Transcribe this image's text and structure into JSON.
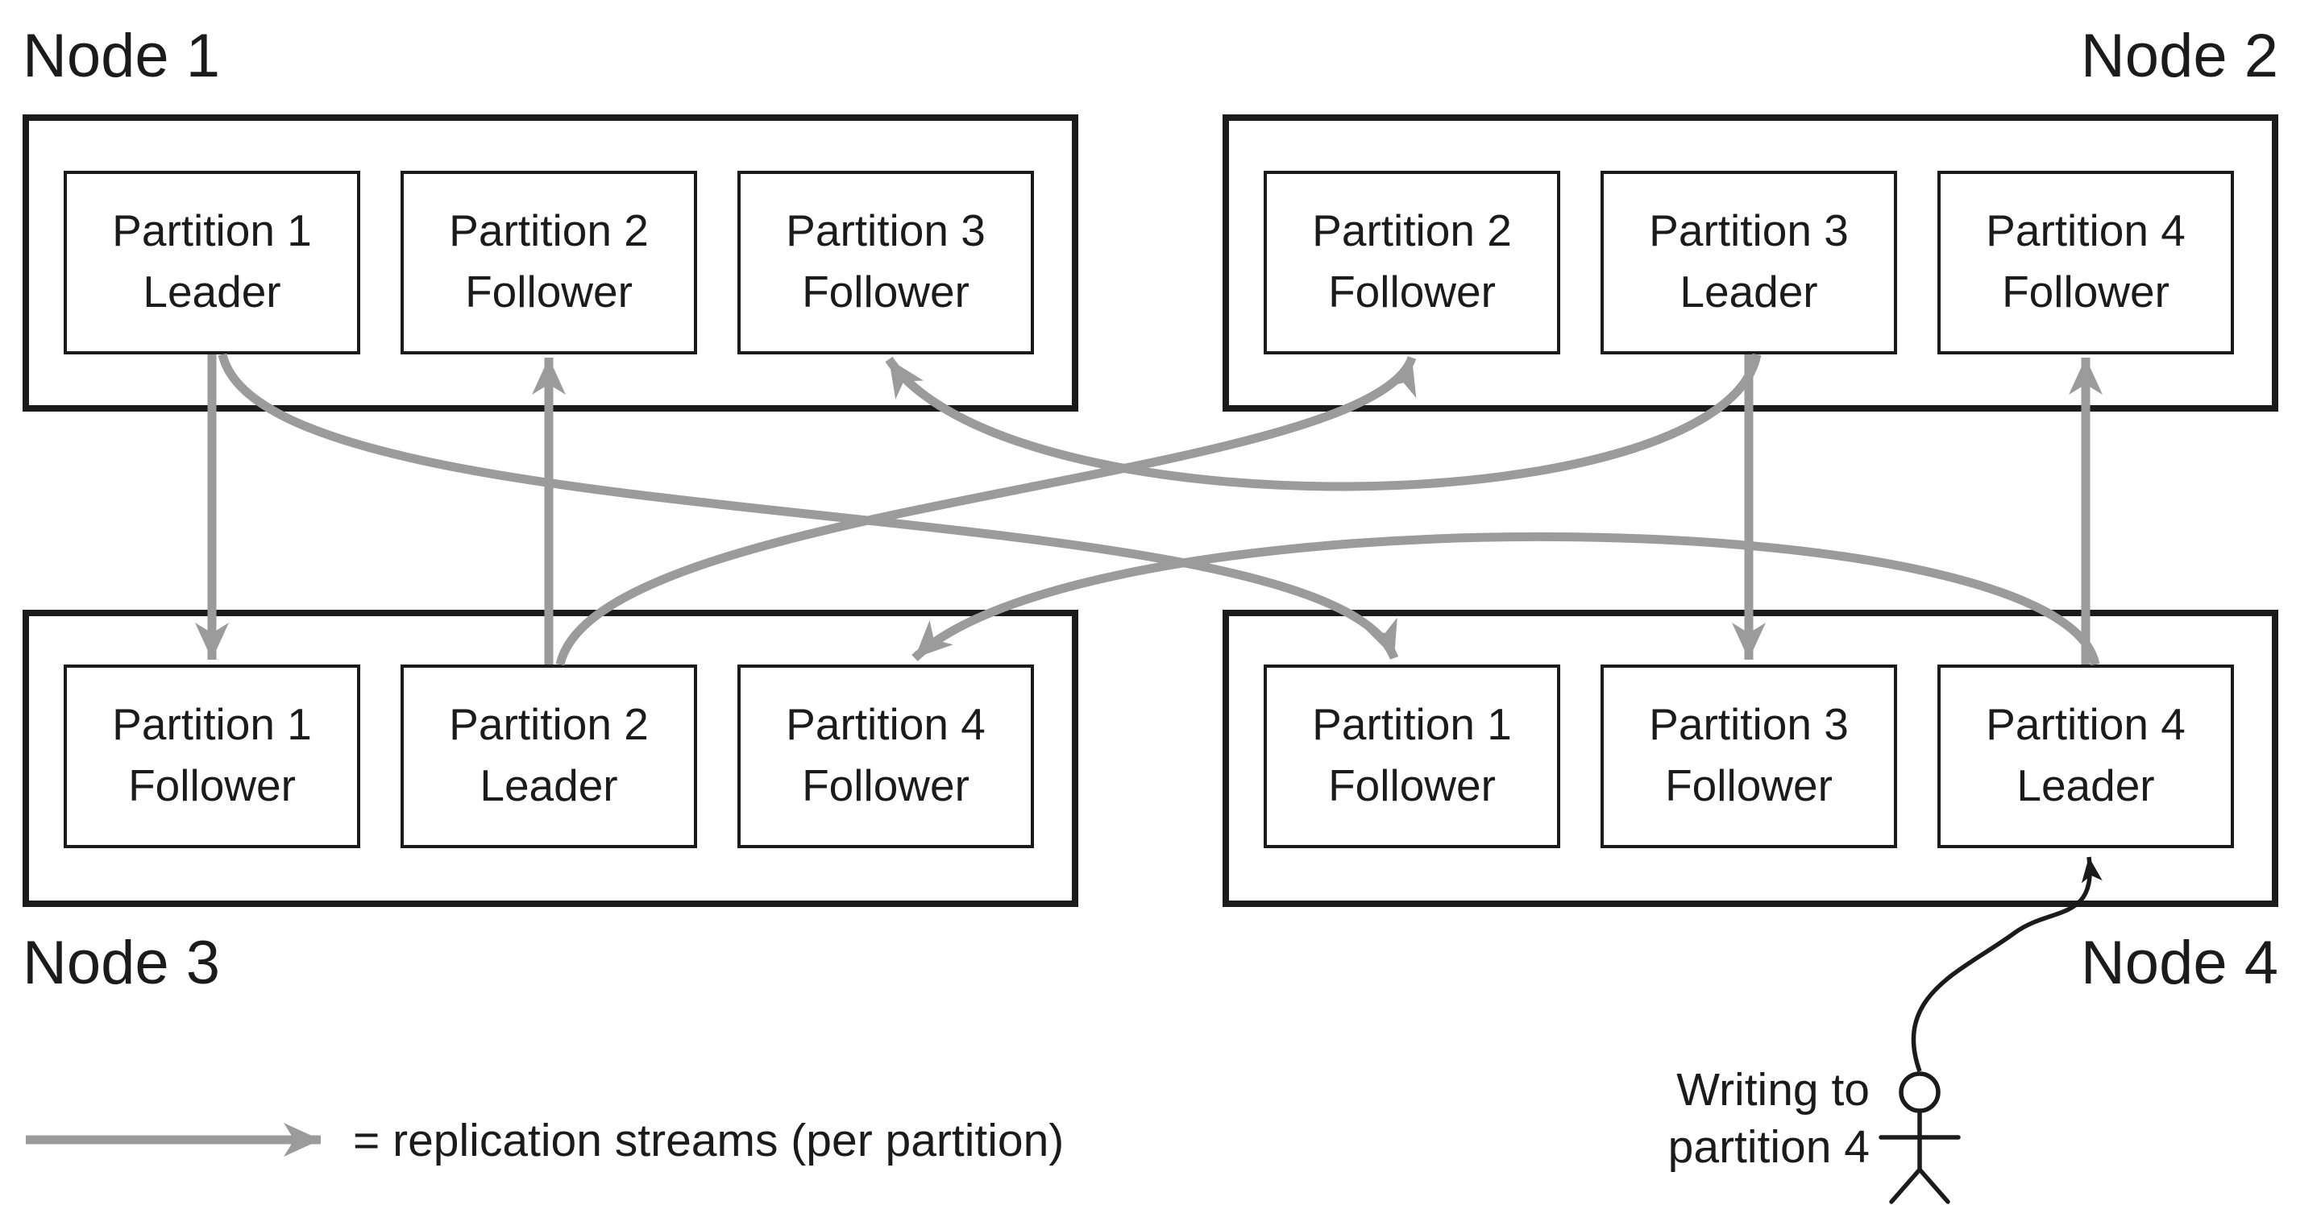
{
  "nodes": [
    {
      "label": "Node 1",
      "partitions": [
        {
          "name": "Partition 1",
          "role": "Leader"
        },
        {
          "name": "Partition 2",
          "role": "Follower"
        },
        {
          "name": "Partition 3",
          "role": "Follower"
        }
      ]
    },
    {
      "label": "Node 2",
      "partitions": [
        {
          "name": "Partition 2",
          "role": "Follower"
        },
        {
          "name": "Partition 3",
          "role": "Leader"
        },
        {
          "name": "Partition 4",
          "role": "Follower"
        }
      ]
    },
    {
      "label": "Node 3",
      "partitions": [
        {
          "name": "Partition 1",
          "role": "Follower"
        },
        {
          "name": "Partition 2",
          "role": "Leader"
        },
        {
          "name": "Partition 4",
          "role": "Follower"
        }
      ]
    },
    {
      "label": "Node 4",
      "partitions": [
        {
          "name": "Partition 1",
          "role": "Follower"
        },
        {
          "name": "Partition 3",
          "role": "Follower"
        },
        {
          "name": "Partition 4",
          "role": "Leader"
        }
      ]
    }
  ],
  "streams": [
    {
      "partition": "Partition 1",
      "from": "Node 1",
      "to": "Node 3",
      "shape": "straight"
    },
    {
      "partition": "Partition 1",
      "from": "Node 1",
      "to": "Node 4",
      "shape": "curved"
    },
    {
      "partition": "Partition 2",
      "from": "Node 3",
      "to": "Node 1",
      "shape": "straight"
    },
    {
      "partition": "Partition 2",
      "from": "Node 3",
      "to": "Node 2",
      "shape": "curved"
    },
    {
      "partition": "Partition 3",
      "from": "Node 2",
      "to": "Node 1",
      "shape": "curved"
    },
    {
      "partition": "Partition 3",
      "from": "Node 2",
      "to": "Node 4",
      "shape": "straight"
    },
    {
      "partition": "Partition 4",
      "from": "Node 4",
      "to": "Node 2",
      "shape": "straight"
    },
    {
      "partition": "Partition 4",
      "from": "Node 4",
      "to": "Node 3",
      "shape": "curved"
    }
  ],
  "legend": {
    "label": "= replication streams (per partition)"
  },
  "write_annotation": {
    "line1": "Writing to",
    "line2": "partition 4"
  },
  "icons": {
    "legend_arrow": "replication-arrow-icon",
    "user": "stick-figure-icon"
  },
  "colors": {
    "ink": "#1b1b1b",
    "arrow_gray": "#9b9b9b",
    "background": "#ffffff"
  }
}
